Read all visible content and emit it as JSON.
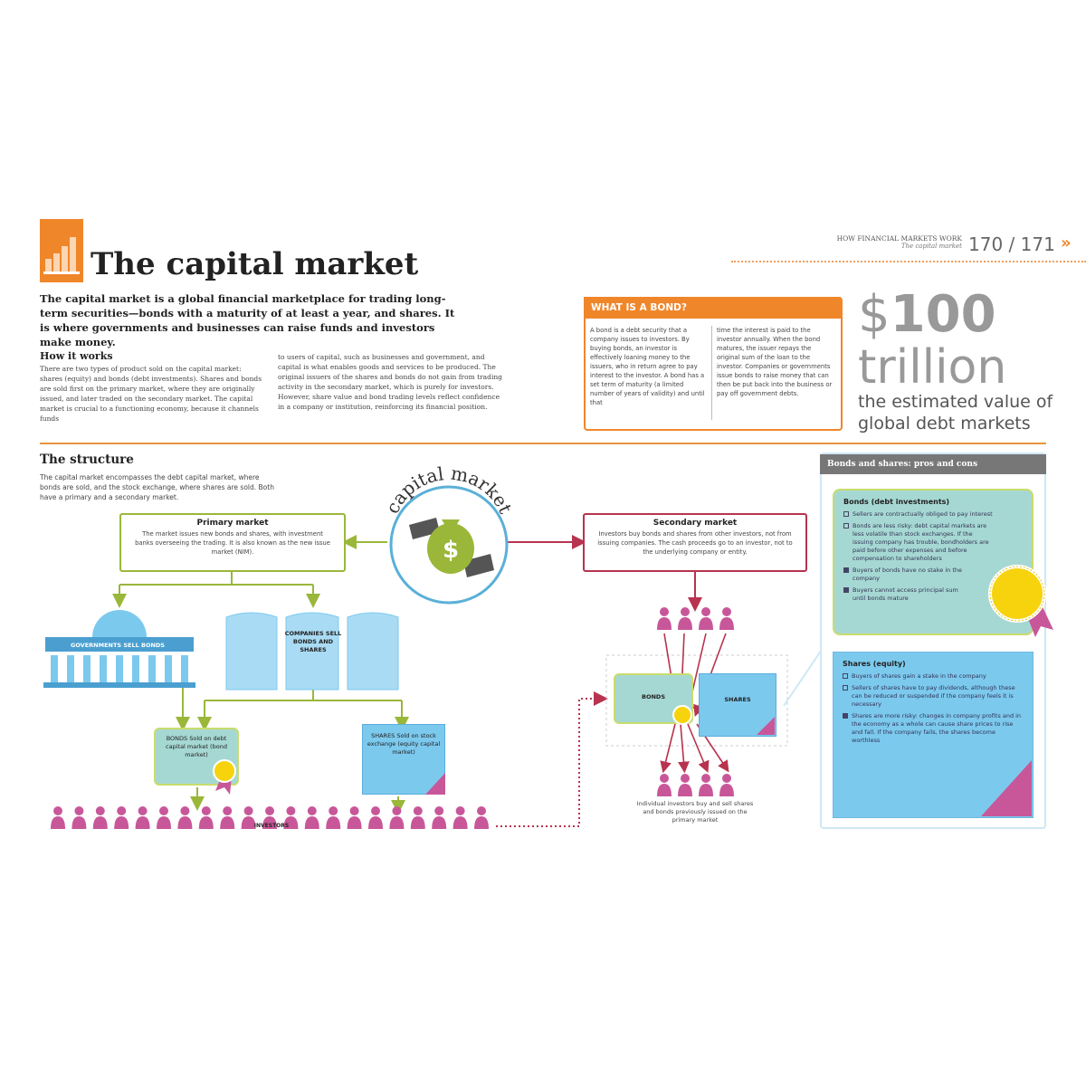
{
  "header": {
    "title": "The capital market",
    "intro": "The capital market is a global financial marketplace for trading long-term securities—bonds with a maturity of at least a year, and shares. It is where governments and businesses can raise funds and investors make money.",
    "running_head": "HOW FINANCIAL MARKETS WORK",
    "running_sub": "The capital market",
    "page_numbers": "170 / 171",
    "chevron": "»"
  },
  "how_it_works": {
    "heading": "How it works",
    "col1": "There are two types of product sold on the capital market: shares (equity) and bonds (debt investments). Shares and bonds are sold first on the primary market, where they are originally issued, and later traded on the secondary market. The capital market is crucial to a functioning economy, because it channels funds",
    "col2": "to users of capital, such as businesses and government, and capital is what enables goods and services to be produced. The original issuers of the shares and bonds do not gain from trading activity in the secondary market, which is purely for investors. However, share value and bond trading levels reflect confidence in a company or institution, reinforcing its financial position."
  },
  "what_is_bond": {
    "heading": "WHAT IS A BOND?",
    "col1": "A bond is a debt security that a company issues to investors. By buying bonds, an investor is effectively loaning money to the issuers, who in return agree to pay interest to the investor. A bond has a set term of maturity (a limited number of years of validity) and until that",
    "col2": "time the interest is paid to the investor annually. When the bond matures, the issuer repays the original sum of the loan to the investor. Companies or governments issue bonds to raise money that can then be put back into the business or pay off government debts."
  },
  "stat": {
    "currency": "$",
    "number": "100",
    "unit": "trillion",
    "description": "the estimated value of global debt markets"
  },
  "structure": {
    "heading": "The structure",
    "text": "The capital market encompasses the debt capital market, where bonds are sold, and the stock exchange, where shares are sold. Both have a primary and a secondary market.",
    "hub_label": "capital market",
    "hub_symbol": "$",
    "primary": {
      "title": "Primary market",
      "text": "The market issues new bonds and shares, with investment banks overseeing the trading. It is also known as the new issue market (NIM)."
    },
    "secondary": {
      "title": "Secondary market",
      "text": "Investors buy bonds and shares from other investors, not from issuing companies. The cash proceeds go to an investor, not to the underlying company or entity."
    },
    "gov_label": "GOVERNMENTS SELL BONDS",
    "companies_label": "COMPANIES SELL BONDS AND SHARES",
    "bonds_card": "BONDS Sold on debt capital market (bond market)",
    "shares_card": "SHARES Sold on stock exchange (equity capital market)",
    "sec_bond_label": "BONDS",
    "sec_shares_label": "SHARES",
    "investors_label": "INVESTORS",
    "caption": "Individual investors buy and sell shares and bonds previously issued on the primary market"
  },
  "pros_cons": {
    "heading": "Bonds and shares: pros and cons",
    "bonds": {
      "title": "Bonds (debt investments)",
      "items": [
        {
          "kind": "pro",
          "text": "Sellers are contractually obliged to pay interest"
        },
        {
          "kind": "pro",
          "text": "Bonds are less risky: debt capital markets are less volatile than stock exchanges. If the issuing company has trouble, bondholders are paid before other expenses and before compensation to shareholders"
        },
        {
          "kind": "con",
          "text": "Buyers of bonds have no stake in the company"
        },
        {
          "kind": "con",
          "text": "Buyers cannot access principal sum until bonds mature"
        }
      ]
    },
    "shares": {
      "title": "Shares (equity)",
      "items": [
        {
          "kind": "pro",
          "text": "Buyers of shares gain a stake in the company"
        },
        {
          "kind": "pro",
          "text": "Sellers of shares have to pay dividends, although these can be reduced or suspended if the company feels it is necessary"
        },
        {
          "kind": "con",
          "text": "Shares are more risky: changes in company profits and in the economy as a whole can cause share prices to rise and fall. If the company fails, the shares become worthless"
        }
      ]
    }
  },
  "colors": {
    "accent": "#f0862a",
    "green": "#9ab73a",
    "red": "#b8334f",
    "blue": "#7cc9ee",
    "teal": "#a6d8d3",
    "pink": "#c8579a"
  }
}
